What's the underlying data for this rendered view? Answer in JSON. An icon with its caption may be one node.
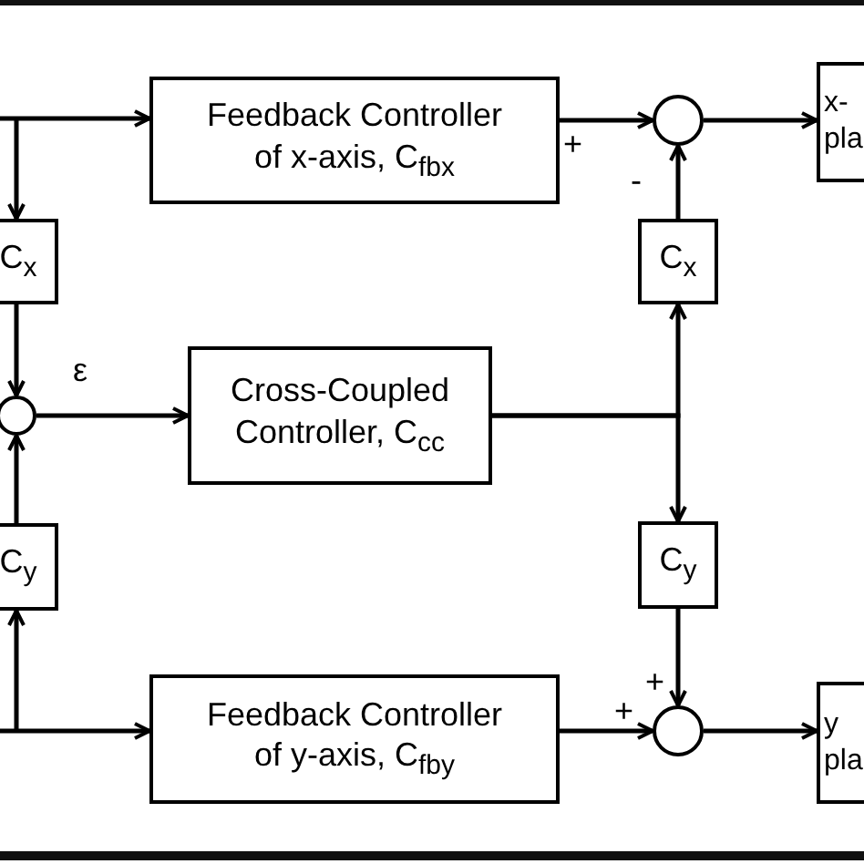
{
  "diagram": {
    "nodes": [
      {
        "text": [
          "Feedback Controller of x-axis, C$_{fbx}$"
        ]
      },
      {
        "text": [],
        "shape": "circle"
      },
      {
        "text": [
          "x- pla"
        ]
      },
      {
        "text": [
          "C$_{x}$"
        ]
      },
      {
        "text": [
          "C$_{x}$"
        ]
      },
      {
        "text": [],
        "shape": "circle"
      },
      {
        "text": [
          "Cross-Coupled Controller, C$_{cc}$"
        ]
      },
      {
        "text": [
          "C$_{y}$"
        ]
      },
      {
        "text": [
          "C$_{y}$"
        ]
      },
      {
        "text": [
          "Feedback Controller of y-axis, C$_{fby}$"
        ]
      },
      {
        "text": [],
        "shape": "circle"
      },
      {
        "text": [
          "y pla"
        ]
      }
    ],
    "edges": [
      {
        "from": null,
        "to": 0,
        "arrow": "to"
      },
      {
        "from": null,
        "to": 3,
        "arrow": "to"
      },
      {
        "from": 3,
        "to": 5,
        "arrow": "to"
      },
      {
        "from": 7,
        "to": 5,
        "arrow": "to"
      },
      {
        "from": null,
        "to": 7,
        "arrow": "to"
      },
      {
        "from": null,
        "to": 9,
        "arrow": "to"
      },
      {
        "from": 5,
        "to": 6,
        "arrow": "to",
        "label": "ε"
      },
      {
        "from": 0,
        "to": 1,
        "arrow": "to"
      },
      {
        "from": 6,
        "to": 4,
        "arrow": "to"
      },
      {
        "from": 6,
        "to": 8,
        "arrow": "to"
      },
      {
        "from": 4,
        "to": 1,
        "arrow": "to"
      },
      {
        "from": 1,
        "to": 2,
        "arrow": "to"
      },
      {
        "from": 9,
        "to": 10,
        "arrow": "to"
      },
      {
        "from": 8,
        "to": 10,
        "arrow": "to"
      },
      {
        "from": 10,
        "to": 11,
        "arrow": "to"
      }
    ],
    "labels": [
      "+",
      "-",
      "+",
      "+"
    ]
  }
}
